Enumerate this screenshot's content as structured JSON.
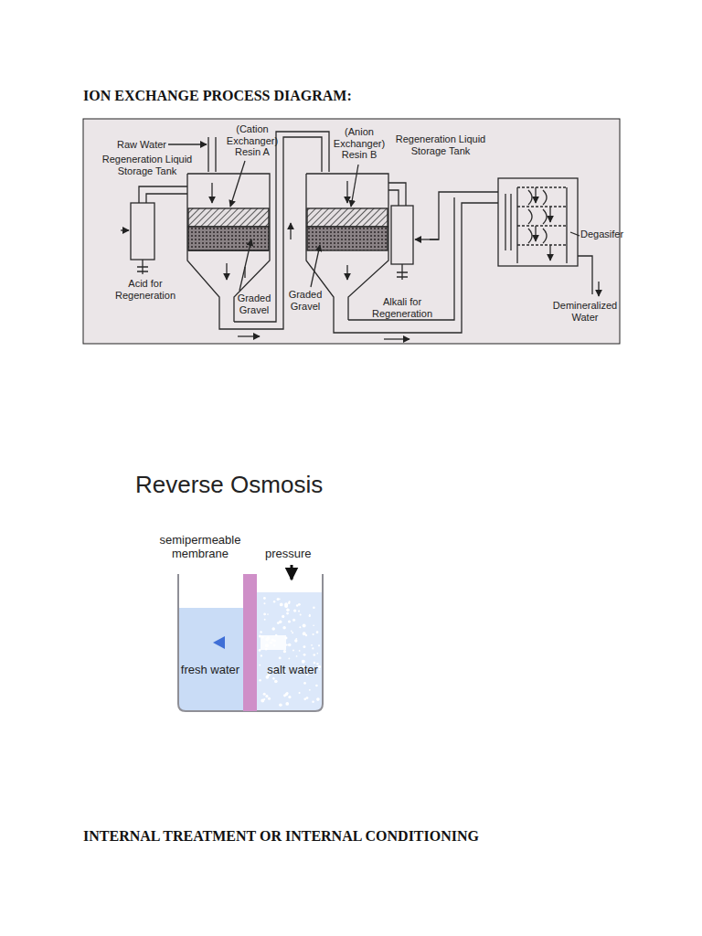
{
  "diagram": {
    "title": "ION EXCHANGE PROCESS DIAGRAM:",
    "labels": [
      "Raw Water",
      "(Cation Exchanger) Resin A",
      "Regeneration Liquid Storage Tank",
      "Acid for Regeneration",
      "Graded Gravel",
      "Graded Gravel",
      "(Anion Exchanger) Resin B",
      "Regeneration Liquid Storage Tank",
      "Alkali for Regeneration",
      "Degasifer",
      "Demineralized Water",
      "Reverse Osmosis",
      "semipermeable membrane",
      "pressure",
      "fresh water",
      "salt water",
      "INTERNAL TREATMENT OR INTERNAL CONDITIONING"
    ]
  }
}
